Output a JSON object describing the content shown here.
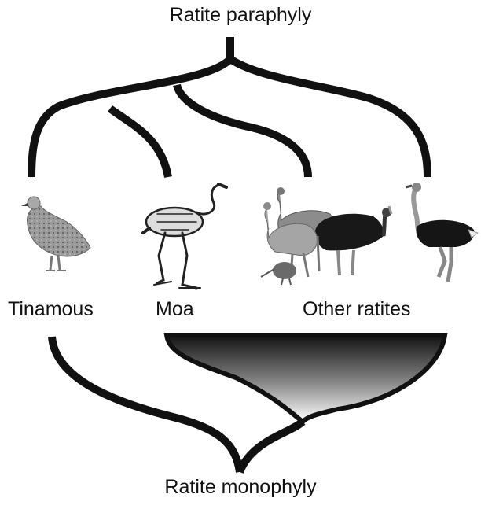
{
  "titles": {
    "top": "Ratite paraphyly",
    "bottom": "Ratite monophyly"
  },
  "taxa": {
    "tinamous": "Tinamous",
    "moa": "Moa",
    "other_ratites": "Other ratites"
  },
  "colors": {
    "branch": "#111111",
    "gradient_dark": "#1a1a1a",
    "gradient_light": "#ffffff"
  },
  "illustrations": [
    "tinamou-bird",
    "moa-skeleton",
    "rhea-ostrich-cassowary-kiwi-group",
    "ostrich"
  ]
}
